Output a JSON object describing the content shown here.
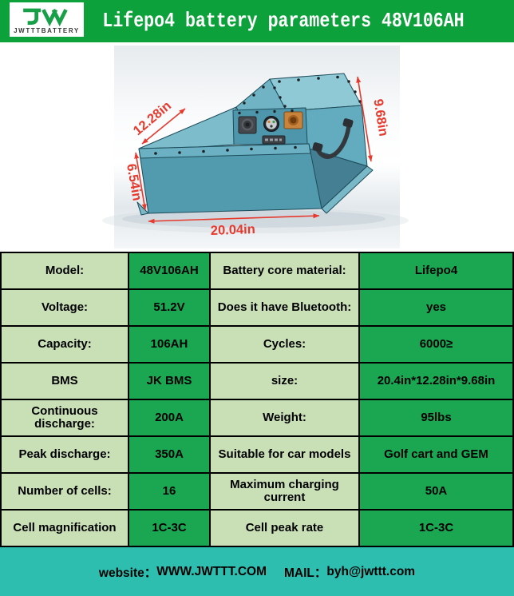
{
  "header": {
    "title": "Lifepo4 battery parameters 48V106AH",
    "logo_text": "JWTTTBATTERY"
  },
  "figure": {
    "dim_top": "12.28in",
    "dim_right": "9.68in",
    "dim_left": "6.54in",
    "dim_bottom": "20.04in"
  },
  "table": {
    "rows": [
      [
        "Model:",
        "48V106AH",
        "Battery core material:",
        "Lifepo4"
      ],
      [
        "Voltage:",
        "51.2V",
        "Does it have Bluetooth:",
        "yes"
      ],
      [
        "Capacity:",
        "106AH",
        "Cycles:",
        "6000≥"
      ],
      [
        "BMS",
        "JK BMS",
        "size:",
        "20.4in*12.28in*9.68in"
      ],
      [
        "Continuous discharge:",
        "200A",
        "Weight:",
        "95lbs"
      ],
      [
        "Peak discharge:",
        "350A",
        "Suitable for car models",
        "Golf cart and GEM"
      ],
      [
        "Number of cells:",
        "16",
        "Maximum charging current",
        "50A"
      ],
      [
        "Cell magnification",
        "1C-3C",
        "Cell peak rate",
        "1C-3C"
      ]
    ]
  },
  "footer": {
    "website_label": "website：",
    "website": "WWW.JWTTT.COM",
    "mail_label": "MAIL：",
    "mail": "byh@jwttt.com"
  },
  "colors": {
    "header_green": "#0DA13B",
    "cell_light_green": "#C9E0B7",
    "cell_dark_green": "#1BA752",
    "footer_teal": "#2EBEB0",
    "dimension_red": "#E63A2E",
    "battery_teal": "#529BAE"
  }
}
